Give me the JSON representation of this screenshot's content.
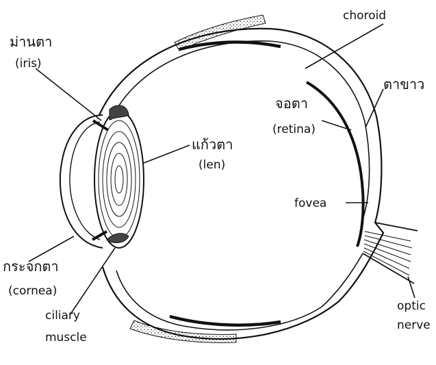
{
  "labels": {
    "iris_thai": "ม่านตา",
    "iris_en": "(iris)",
    "choroid": "choroid",
    "sclera_thai": "ตาขาว",
    "retina_thai": "จอตา",
    "retina_en": "(retina)",
    "lens_thai": "แก้วตา",
    "lens_en": "(len)",
    "fovea": "fovea",
    "cornea_thai": "กระจกตา",
    "cornea_en": "(cornea)",
    "ciliary_line1": "ciliary",
    "ciliary_line2": "muscle",
    "optic_line1": "optic",
    "optic_line2": "nerve"
  }
}
